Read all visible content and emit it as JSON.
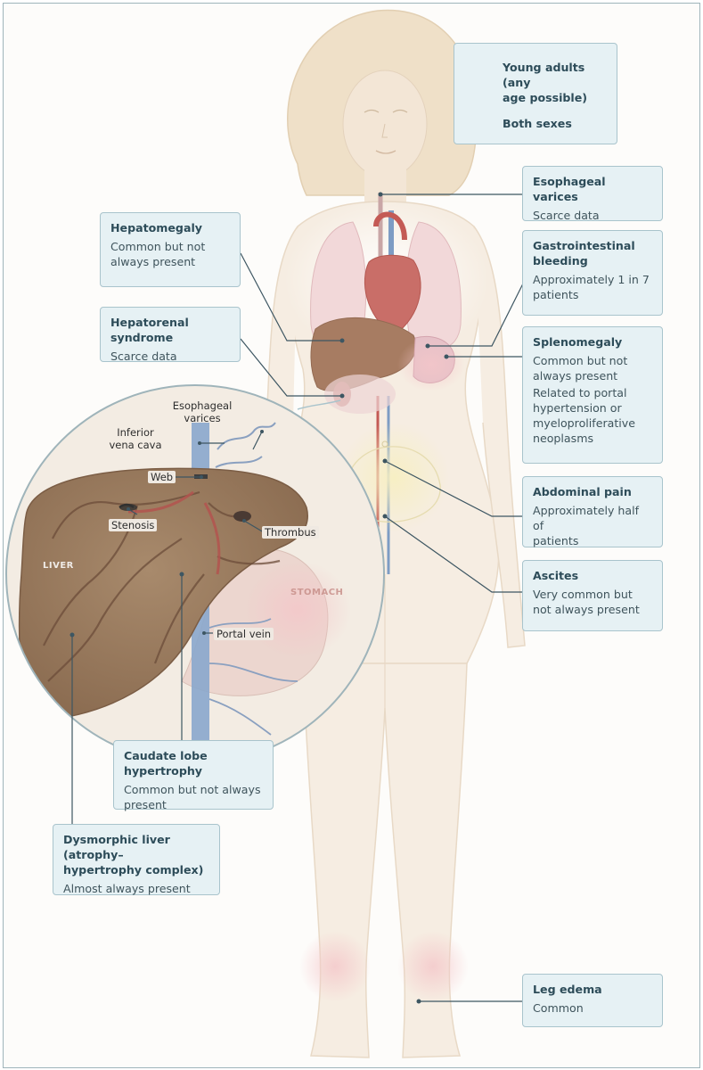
{
  "callouts": {
    "demographics": {
      "title": "Young adults (any\n  age possible)",
      "detail": "Both sexes"
    },
    "esophageal_varices": {
      "title": "Esophageal varices",
      "detail": "Scarce data"
    },
    "hepatomegaly": {
      "title": "Hepatomegaly",
      "detail": "Common but not\n  always present"
    },
    "gi_bleeding": {
      "title": "Gastrointestinal\n  bleeding",
      "detail": "Approximately 1 in 7\n  patients"
    },
    "hepatorenal": {
      "title": "Hepatorenal syndrome",
      "detail": "Scarce data"
    },
    "splenomegaly": {
      "title": "Splenomegaly",
      "detail": "Common but not\n  always present",
      "detail2": "Related to portal\n  hypertension or\n  myeloproliferative\n  neoplasms"
    },
    "abdominal_pain": {
      "title": "Abdominal pain",
      "detail": "Approximately half of\n  patients"
    },
    "ascites": {
      "title": "Ascites",
      "detail": "Very common but\n  not always present"
    },
    "caudate": {
      "title": "Caudate lobe hypertrophy",
      "detail": "Common but not always\n  present"
    },
    "dysmorphic": {
      "title": "Dysmorphic liver (atrophy–\n  hypertrophy complex)",
      "detail": "Almost always present"
    },
    "leg_edema": {
      "title": "Leg edema",
      "detail": "Common"
    }
  },
  "inset_labels": {
    "esophageal_varices": "Esophageal\nvarices",
    "inferior_vena_cava": "Inferior\nvena cava",
    "web": "Web",
    "stenosis": "Stenosis",
    "thrombus": "Thrombus",
    "liver": "LIVER",
    "stomach": "STOMACH",
    "portal_vein": "Portal vein"
  }
}
